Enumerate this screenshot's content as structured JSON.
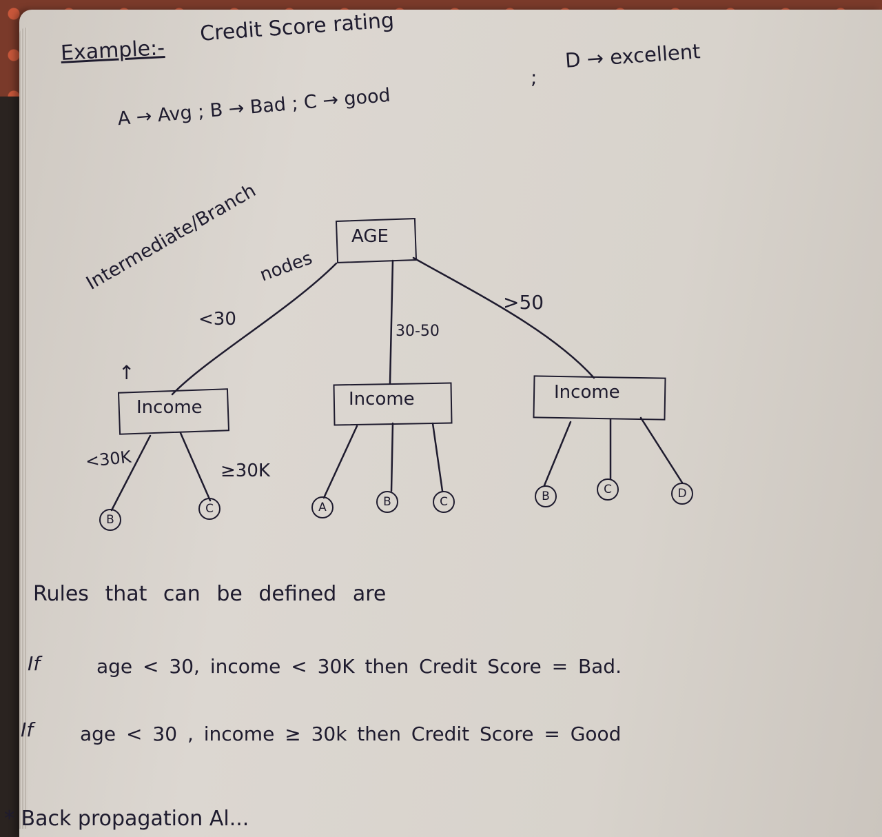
{
  "header": {
    "example_label": "Example:-",
    "title": "Credit Score rating",
    "legend_d": "D → excellent",
    "legend_abc": "A → Avg ;  B → Bad  ;  C → good",
    "legend_sep": ";"
  },
  "tree": {
    "root": "AGE",
    "annotation_line1": "Intermediate/Branch",
    "annotation_line2": "nodes",
    "arrow_up": "↑",
    "branches": {
      "left": "<30",
      "middle": "30-50",
      "right": ">50"
    },
    "nodes": {
      "left": "Income",
      "middle": "Income",
      "right": "Income"
    },
    "left_edges": {
      "low": "<30K",
      "high": "≥30K"
    },
    "leaves": {
      "left": [
        "B",
        "C"
      ],
      "middle": [
        "A",
        "B",
        "C"
      ],
      "right": [
        "B",
        "C",
        "D"
      ]
    }
  },
  "rules": {
    "heading": "Rules that can be defined are",
    "rule1_if": "If",
    "rule1_text": "age < 30, income < 30K then Credit Score = Bad.",
    "rule2_if": "If",
    "rule2_text": "age < 30 , income ≥ 30k then Credit Score = Good"
  },
  "footer": {
    "partial": "* Back propagation Al..."
  }
}
